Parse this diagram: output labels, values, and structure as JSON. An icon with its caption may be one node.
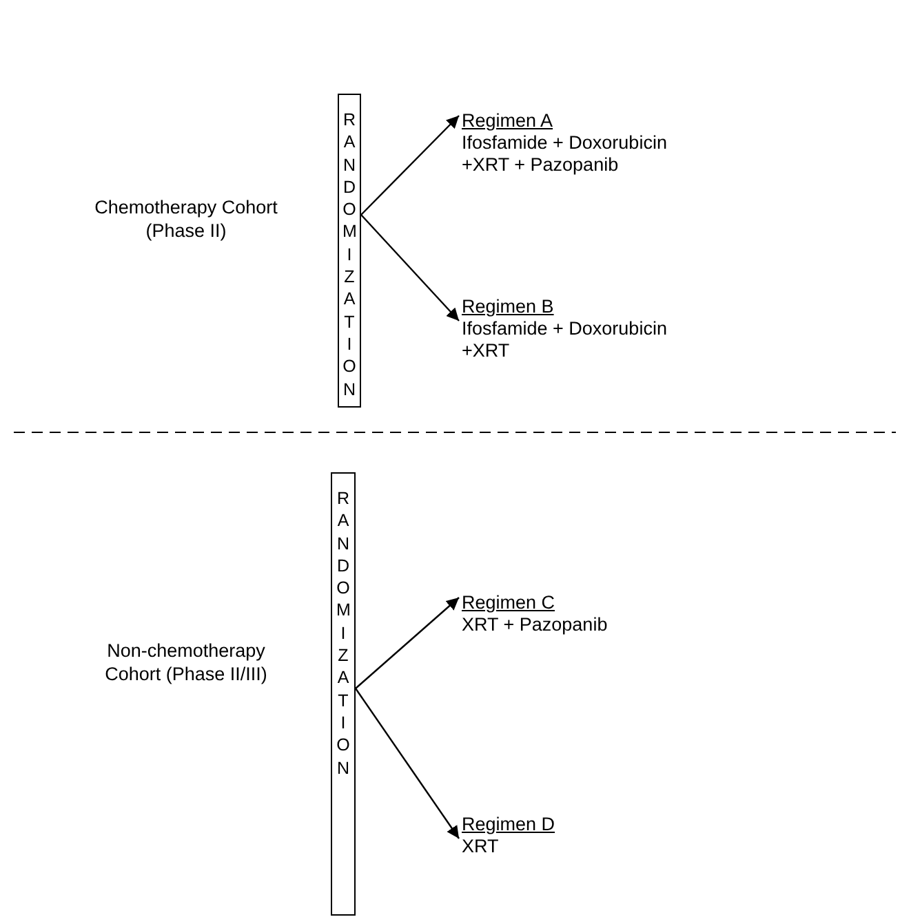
{
  "diagram": {
    "nodes": [
      {
        "text": [
          "RANDOMIZATION"
        ]
      },
      {
        "text": [
          "Regimen A",
          "Ifosfamide + Doxorubicin +XRT + Pazopanib"
        ]
      },
      {
        "text": [
          "Regimen B",
          "Ifosfamide + Doxorubicin +XRT"
        ]
      },
      {
        "text": [
          "RANDOMIZATION"
        ]
      },
      {
        "text": [
          "Regimen C",
          "XRT + Pazopanib"
        ]
      },
      {
        "text": [
          "Regimen D",
          "XRT"
        ]
      }
    ],
    "edges": [
      {
        "from": 0,
        "to": 1,
        "arrow": "to"
      },
      {
        "from": 0,
        "to": 2,
        "arrow": "to"
      },
      {
        "from": 3,
        "to": 4,
        "arrow": "to"
      },
      {
        "from": 3,
        "to": 5,
        "arrow": "to"
      }
    ],
    "labels": [
      "Chemotherapy Cohort (Phase II)",
      "Non-chemotherapy Cohort (Phase II/III)"
    ]
  }
}
